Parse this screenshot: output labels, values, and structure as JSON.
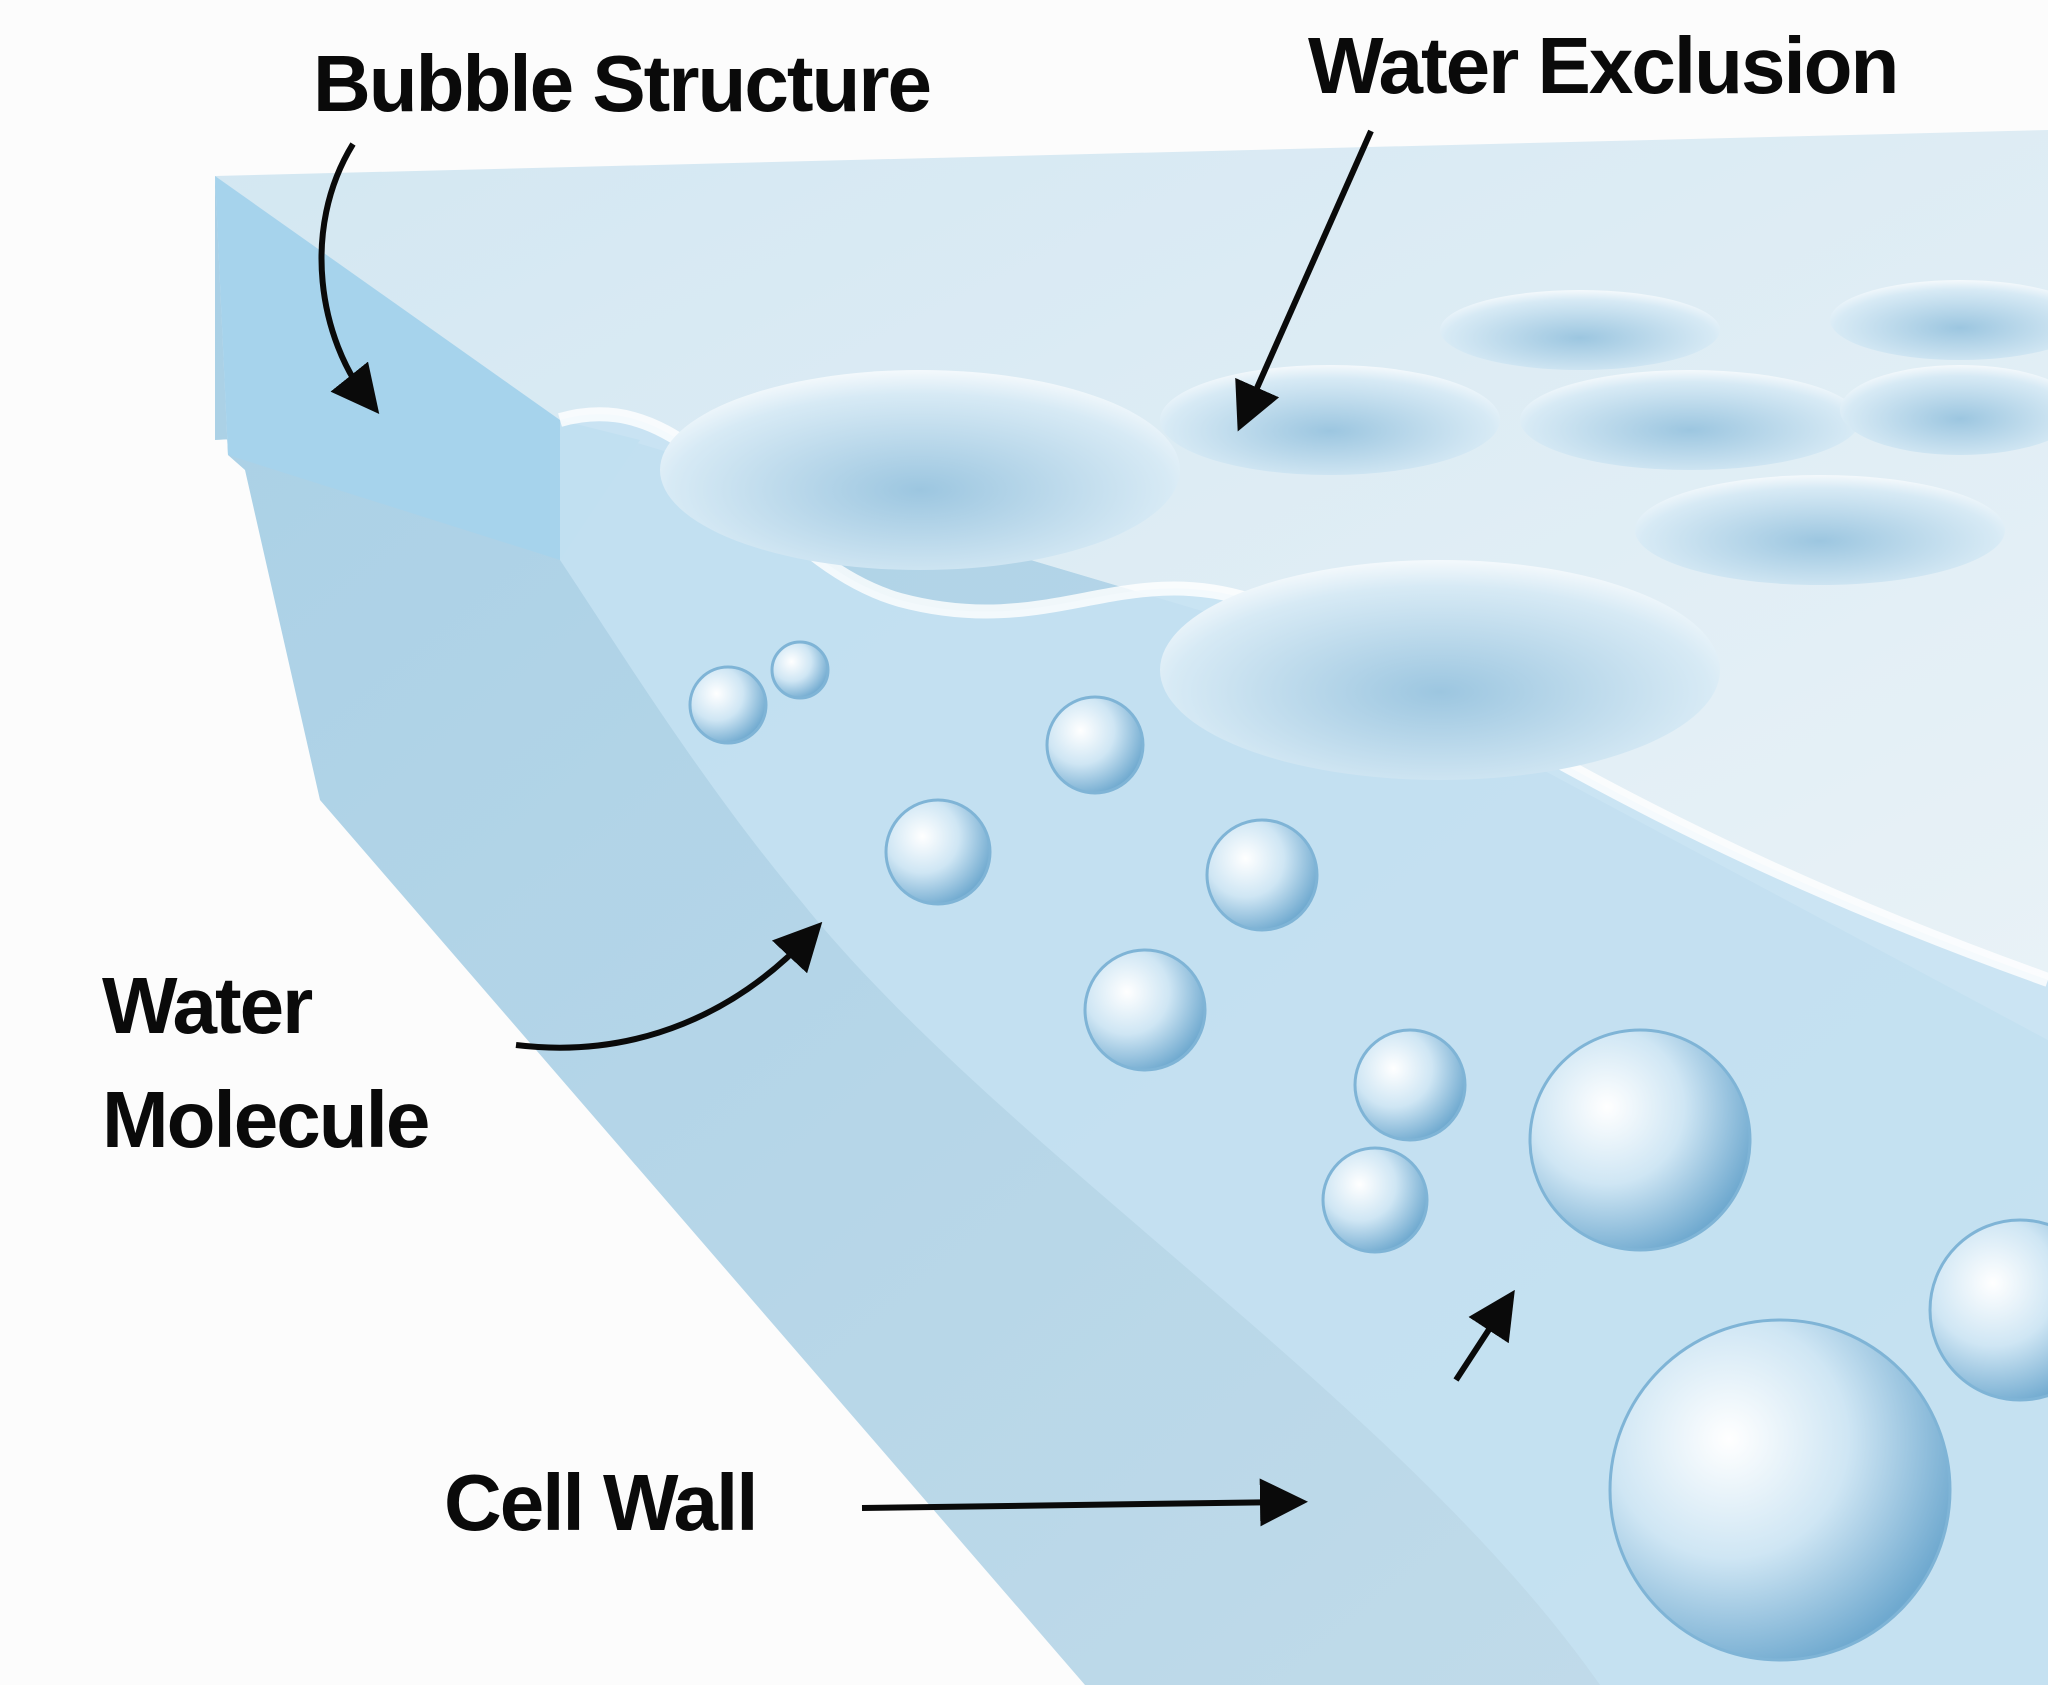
{
  "labels": {
    "bubble_structure": "Bubble Structure",
    "water_exclusion": "Water Exclusion",
    "water_molecule_line1": "Water",
    "water_molecule_line2": "Molecule",
    "cell_wall": "Cell Wall"
  },
  "colors": {
    "foam_top": "#dcebf3",
    "foam_side": "#b9d6e6",
    "foam_dark": "#8fbdd6",
    "gel": "#c6e2f2",
    "text": "#0a0a0a"
  }
}
